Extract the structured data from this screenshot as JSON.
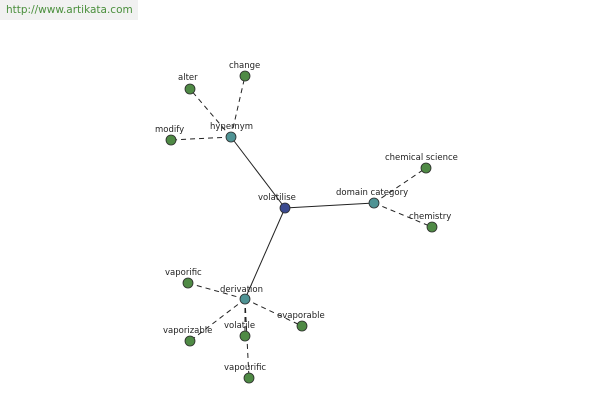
{
  "header": {
    "url_text": "http://www.artikata.com"
  },
  "colors": {
    "center_node": "#3b4a8f",
    "relation_node": "#4f9394",
    "leaf_node": "#4f8a45",
    "url_text": "#4a8f3c"
  },
  "graph": {
    "center": {
      "id": "volatilise",
      "label": "volatilise"
    },
    "relations": [
      {
        "id": "hypernym",
        "label": "hypernym",
        "leaves": [
          {
            "id": "alter",
            "label": "alter"
          },
          {
            "id": "change",
            "label": "change"
          },
          {
            "id": "modify",
            "label": "modify"
          }
        ]
      },
      {
        "id": "domain-category",
        "label": "domain category",
        "leaves": [
          {
            "id": "chemical-science",
            "label": "chemical science"
          },
          {
            "id": "chemistry",
            "label": "chemistry"
          }
        ]
      },
      {
        "id": "derivation",
        "label": "derivation",
        "leaves": [
          {
            "id": "vaporific",
            "label": "vaporific"
          },
          {
            "id": "vaporizable",
            "label": "vaporizable"
          },
          {
            "id": "volatile",
            "label": "volatile"
          },
          {
            "id": "evaporable",
            "label": "evaporable"
          },
          {
            "id": "vapourific",
            "label": "vapourific"
          }
        ]
      }
    ]
  }
}
